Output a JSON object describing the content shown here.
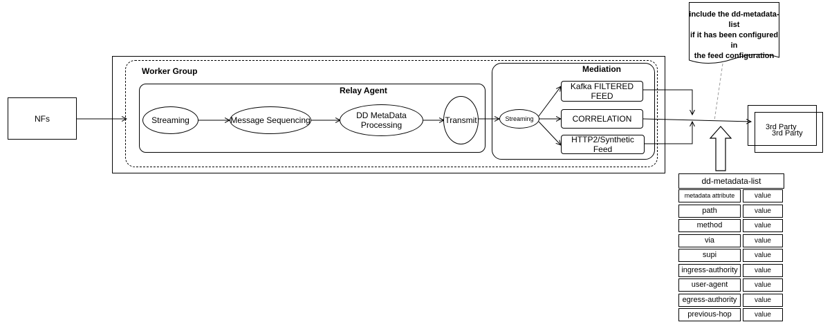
{
  "nfs": {
    "label": "NFs"
  },
  "worker_group": {
    "title": "Worker Group"
  },
  "relay_agent": {
    "title": "Relay Agent",
    "steps": {
      "streaming": "Streaming",
      "message_sequencing": "Message Sequencing",
      "dd_metadata_line1": "DD MetaData",
      "dd_metadata_line2": "Processing",
      "transmit": "Transmit"
    }
  },
  "mediation": {
    "title": "Mediation",
    "streaming": "Streaming",
    "kafka_line1": "Kafka FILTERED",
    "kafka_line2": "FEED",
    "correlation": "CORRELATION",
    "http2_line1": "HTTP2/Synthetic",
    "http2_line2": "Feed"
  },
  "third_party": {
    "front": "3rd Party",
    "back": "3rd Party"
  },
  "note": {
    "line1": "include the dd-metadata-list",
    "line2": "if it has been configured in",
    "line3": "the feed configuration"
  },
  "metadata_table": {
    "title": "dd-metadata-list",
    "rows": [
      {
        "attribute": "metadata attribute",
        "value": "value"
      },
      {
        "attribute": "path",
        "value": "value"
      },
      {
        "attribute": "method",
        "value": "value"
      },
      {
        "attribute": "via",
        "value": "value"
      },
      {
        "attribute": "supi",
        "value": "value"
      },
      {
        "attribute": "ingress-authority",
        "value": "value"
      },
      {
        "attribute": "user-agent",
        "value": "value"
      },
      {
        "attribute": "egress-authority",
        "value": "value"
      },
      {
        "attribute": "previous-hop",
        "value": "value"
      }
    ]
  }
}
